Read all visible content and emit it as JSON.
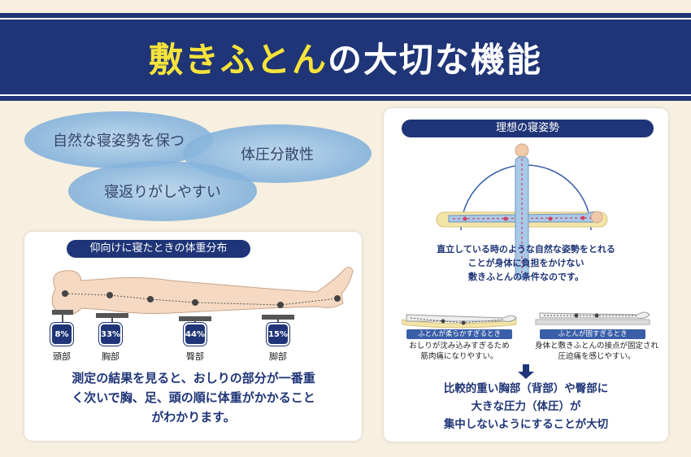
{
  "banner": {
    "title_highlight": "敷きふとん",
    "title_rest": "の大切な機能"
  },
  "features": [
    "自然な寝姿勢を保つ",
    "体圧分散性",
    "寝返りがしやすい"
  ],
  "left_panel": {
    "heading": "仰向けに寝たときの体重分布",
    "distribution": [
      {
        "part": "頭部",
        "percent": "8%"
      },
      {
        "part": "胸部",
        "percent": "33%"
      },
      {
        "part": "臀部",
        "percent": "44%"
      },
      {
        "part": "脚部",
        "percent": "15%"
      }
    ],
    "summary_lines": [
      "測定の結果を見ると、おしりの部分が一番重",
      "く次いで胸、足、頭の順に体重がかかること",
      "がわかります。"
    ]
  },
  "right_panel": {
    "heading": "理想の寝姿勢",
    "main_lines": [
      "直立している時のような自然な姿勢をとれる",
      "ことが身体に負担をかけない",
      "敷きふとんの条件なのです。"
    ],
    "soft": {
      "label": "ふとんが柔らかすぎるとき",
      "desc_lines": [
        "おしりが沈み込みすぎるため",
        "筋肉痛になりやすい。"
      ]
    },
    "hard": {
      "label": "ふとんが固すぎるとき",
      "desc_lines": [
        "身体と敷きふとんの接点が固定され",
        "圧迫痛を感じやすい。"
      ]
    },
    "conclusion_lines": [
      "比較的重い胸部（背部）や臀部に",
      "大きな圧力（体圧）が",
      "集中しないようにすることが大切"
    ]
  },
  "colors": {
    "navy": "#1f3577",
    "yellow": "#f6e33a",
    "background": "#f7efdf",
    "ellipse_blue": "#8ab7de",
    "skin": "#f5d9c2"
  }
}
